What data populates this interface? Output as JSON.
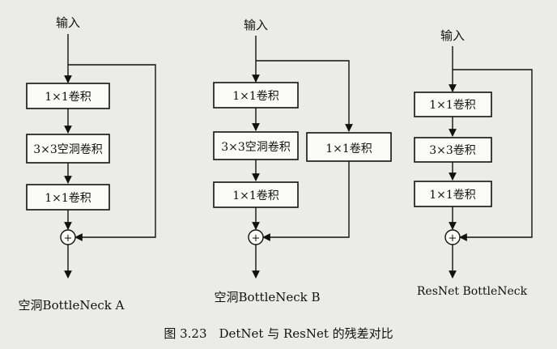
{
  "caption": "图 3.23　DetNet 与 ResNet 的残差对比",
  "diagrams": {
    "a": {
      "input": "输入",
      "block1": "1×1卷积",
      "block2": "3×3空洞卷积",
      "block3": "1×1卷积",
      "plus": "+",
      "title": "空洞BottleNeck A"
    },
    "b": {
      "input": "输入",
      "block1": "1×1卷积",
      "block2": "3×3空洞卷积",
      "block3": "1×1卷积",
      "shortcut": "1×1卷积",
      "plus": "+",
      "title": "空洞BottleNeck B"
    },
    "c": {
      "input": "输入",
      "block1": "1×1卷积",
      "block2": "3×3卷积",
      "block3": "1×1卷积",
      "plus": "+",
      "title": "ResNet BottleNeck"
    }
  }
}
